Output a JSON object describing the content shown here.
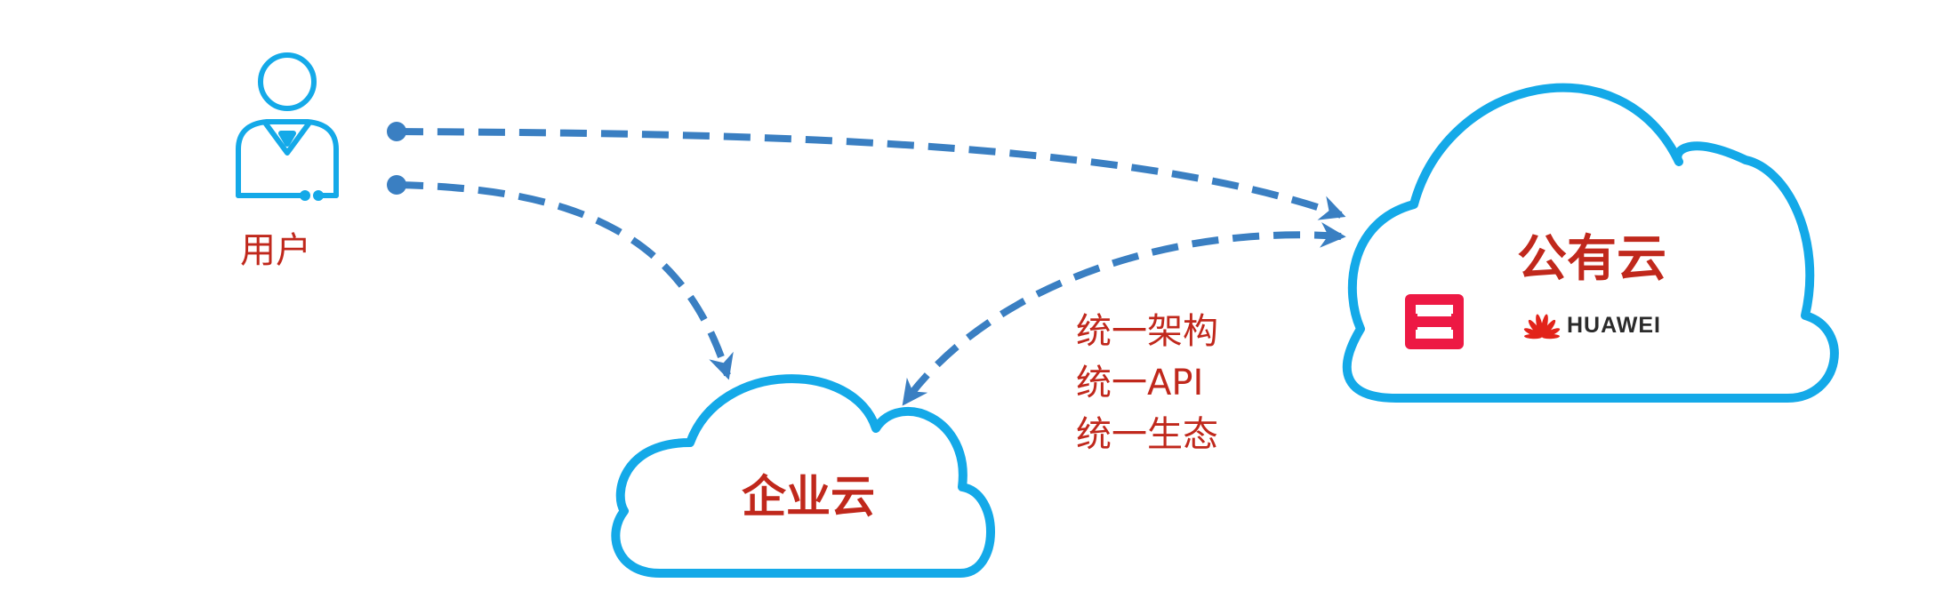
{
  "user": {
    "label": "用户",
    "icon": "user-icon"
  },
  "clouds": {
    "enterprise": {
      "label": "企业云"
    },
    "public": {
      "label": "公有云",
      "logos": [
        {
          "icon": "openstack-logo-icon",
          "color": "#ed1944"
        },
        {
          "icon": "huawei-logo-icon",
          "text": "HUAWEI",
          "color": "#e2231a"
        }
      ]
    }
  },
  "unified": {
    "items": [
      "统一架构",
      "统一API",
      "统一生态"
    ]
  },
  "colors": {
    "cloud_outline": "#14a9e8",
    "user_icon": "#14a9e8",
    "arrow": "#3a7fc2",
    "label_text": "#c0281c"
  }
}
